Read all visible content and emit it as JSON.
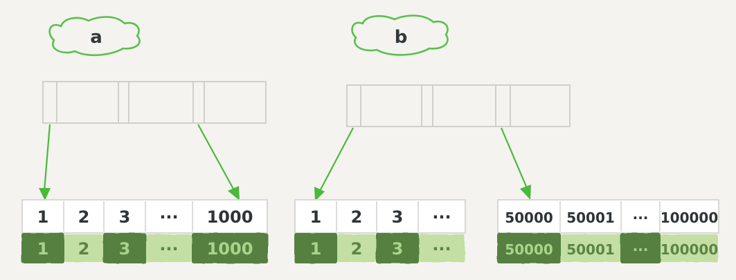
{
  "trees": [
    {
      "label": "a",
      "leaves": [
        {
          "keys": [
            "1",
            "2",
            "3",
            "···",
            "1000"
          ],
          "values": [
            {
              "text": "1",
              "shade": "dark"
            },
            {
              "text": "2",
              "shade": "light"
            },
            {
              "text": "3",
              "shade": "dark"
            },
            {
              "text": "···",
              "shade": "light"
            },
            {
              "text": "1000",
              "shade": "dark"
            }
          ]
        }
      ]
    },
    {
      "label": "b",
      "leaves": [
        {
          "keys": [
            "1",
            "2",
            "3",
            "···"
          ],
          "values": [
            {
              "text": "1",
              "shade": "dark"
            },
            {
              "text": "2",
              "shade": "light"
            },
            {
              "text": "3",
              "shade": "dark"
            },
            {
              "text": "···",
              "shade": "light"
            }
          ]
        },
        {
          "keys": [
            "50000",
            "50001",
            "···",
            "100000"
          ],
          "values": [
            {
              "text": "50000",
              "shade": "dark"
            },
            {
              "text": "50001",
              "shade": "light"
            },
            {
              "text": "···",
              "shade": "dark"
            },
            {
              "text": "100000",
              "shade": "light"
            }
          ]
        }
      ]
    }
  ],
  "colors": {
    "dark_green": "#55803f",
    "light_green": "#c3dfa4",
    "arrow_green": "#4cb83c",
    "cloud_outline": "#58c04a",
    "dark_value_text": "#a9d48a",
    "light_value_text": "#5b8446"
  }
}
